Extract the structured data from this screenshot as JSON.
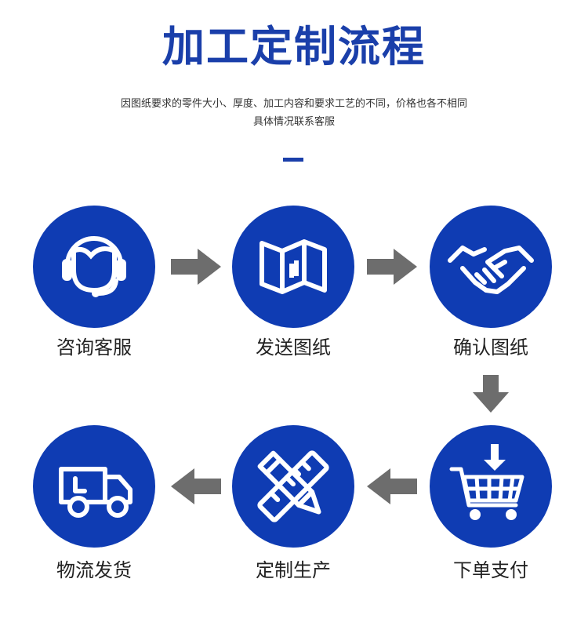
{
  "title": "加工定制流程",
  "subtitle": {
    "line1": "因图纸要求的零件大小、厚度、加工内容和要求工艺的不同，价格也各不相同",
    "line2": "具体情况联系客服"
  },
  "colors": {
    "brand_blue": "#0f3cb3",
    "title_blue": "#1a3faa",
    "arrow_gray": "#6d6d6d"
  },
  "steps": [
    {
      "label": "咨询客服",
      "icon": "customer-service-headset-icon"
    },
    {
      "label": "发送图纸",
      "icon": "folded-map-icon"
    },
    {
      "label": "确认图纸",
      "icon": "handshake-icon"
    },
    {
      "label": "下单支付",
      "icon": "shopping-cart-icon"
    },
    {
      "label": "定制生产",
      "icon": "pencil-ruler-icon"
    },
    {
      "label": "物流发货",
      "icon": "delivery-truck-icon"
    }
  ]
}
